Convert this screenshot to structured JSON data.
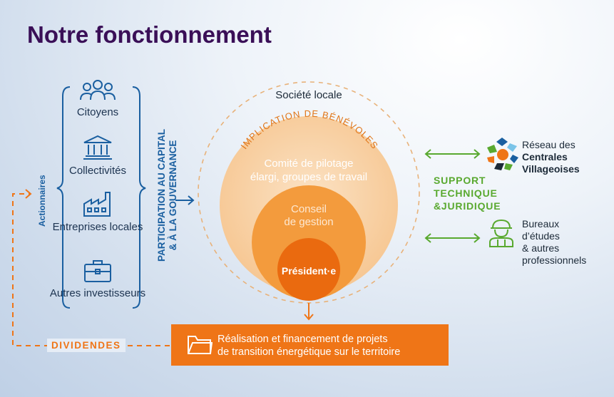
{
  "title": "Notre fonctionnement",
  "shareholders": {
    "group_label": "Actionnaires",
    "items": [
      {
        "label": "Citoyens",
        "icon": "people-group-icon"
      },
      {
        "label": "Collectivités",
        "icon": "town-hall-icon"
      },
      {
        "label": "Entreprises locales",
        "icon": "factory-icon"
      },
      {
        "label": "Autres investisseurs",
        "icon": "briefcase-icon"
      }
    ]
  },
  "participation": {
    "line1": "PARTICIPATION AU CAPITAL",
    "line2": "& À LA GOUVERNANCE"
  },
  "society": {
    "label": "Société locale",
    "arc_text": "IMPLICATION DE BÉNÉVOLES",
    "committee": {
      "line1": "Comité de pilotage",
      "line2": "élargi, groupes de travail"
    },
    "board": {
      "line1": "Conseil",
      "line2": "de gestion"
    },
    "president": "Président·e"
  },
  "support": {
    "line1": "SUPPORT",
    "line2": "TECHNIQUE",
    "line3": "&JURIDIQUE"
  },
  "partners": [
    {
      "lines": [
        "Réseau des",
        "Centrales",
        "Villageoises"
      ],
      "icon": "network-logo-icon"
    },
    {
      "lines": [
        "Bureaux",
        "d’études",
        "& autres",
        "professionnels"
      ],
      "icon": "engineer-icon"
    }
  ],
  "outcome": {
    "line1": "Réalisation et financement de projets",
    "line2": "de transition énergétique sur le territoire",
    "icon": "folder-icon"
  },
  "dividends": "DIVIDENDES",
  "colors": {
    "title": "#3a0f57",
    "blue": "#1a5fa0",
    "orange": "#ef7517",
    "green": "#59a92f"
  }
}
